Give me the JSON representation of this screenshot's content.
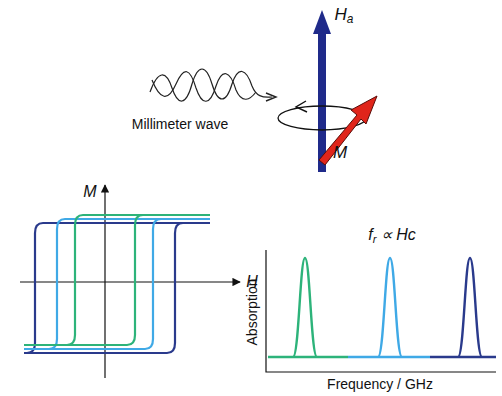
{
  "diagram": {
    "labels": [
      "Ha",
      "Millimeter wave",
      "M",
      "M",
      "H",
      "fr ∝ Hc",
      "Absorption",
      "Frequency / GHz"
    ]
  }
}
